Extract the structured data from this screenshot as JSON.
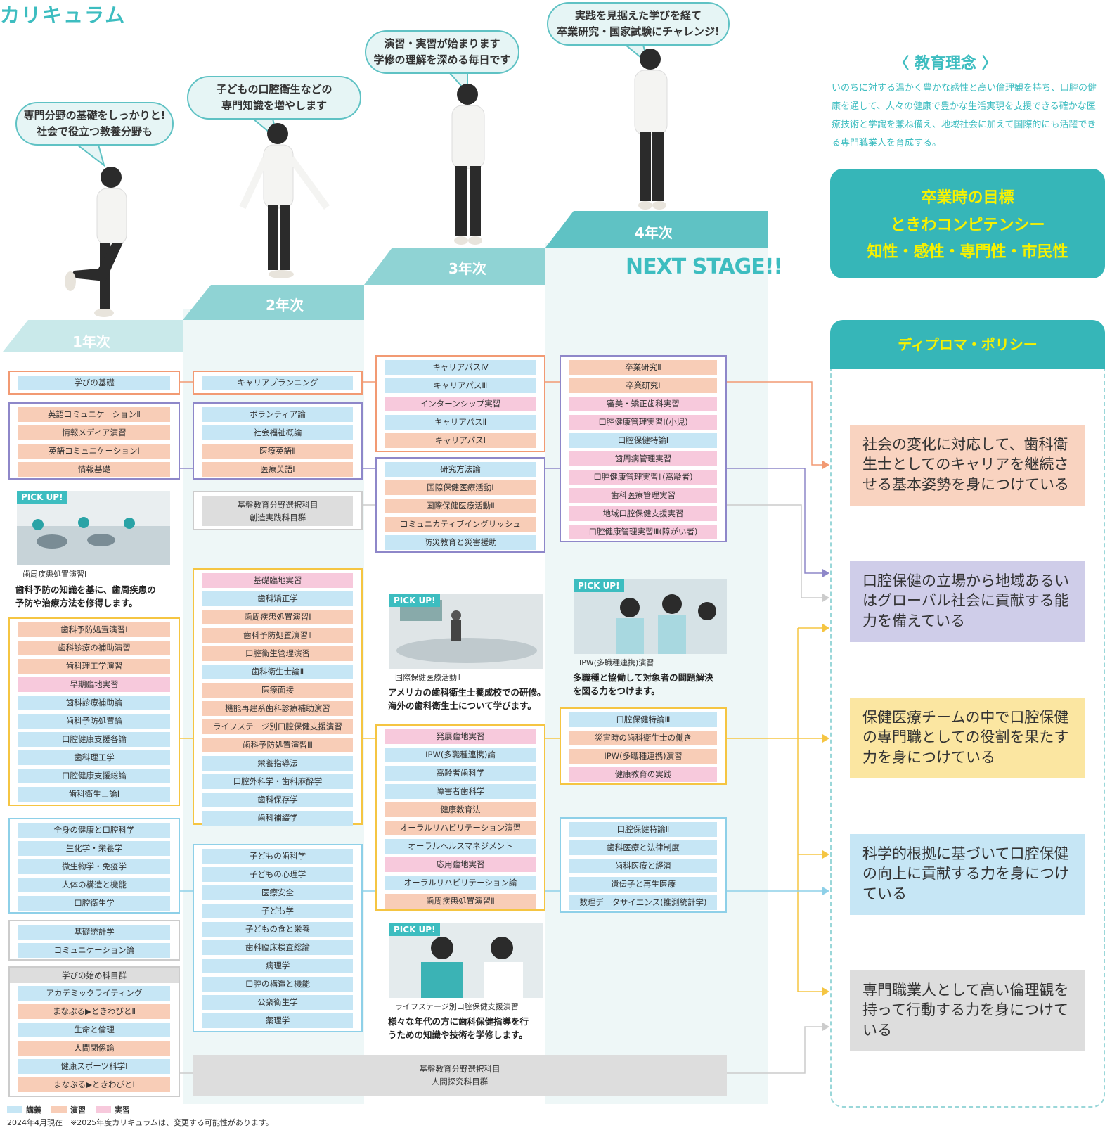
{
  "title": "カリキュラム",
  "years": {
    "y1": "1年次",
    "y2": "2年次",
    "y3": "3年次",
    "y4": "4年次",
    "next": "NEXT STAGE!!"
  },
  "bubbles": {
    "b1": [
      "専門分野の基礎をしっかりと!",
      "社会で役立つ教養分野も"
    ],
    "b2": [
      "子どもの口腔衛生などの",
      "専門知識を増やします"
    ],
    "b3": [
      "演習・実習が始まります",
      "学修の理解を深める毎日です"
    ],
    "b4": [
      "実践を見据えた学びを経て",
      "卒業研究・国家試験にチャレンジ!"
    ]
  },
  "col1": {
    "g1": [
      {
        "t": "学びの基礎",
        "c": "lec"
      }
    ],
    "g2": [
      {
        "t": "英語コミュニケーションⅡ",
        "c": "exe"
      },
      {
        "t": "情報メディア演習",
        "c": "exe"
      },
      {
        "t": "英語コミュニケーションⅠ",
        "c": "exe"
      },
      {
        "t": "情報基礎",
        "c": "exe"
      }
    ],
    "g3": [
      {
        "t": "歯科予防処置演習Ⅰ",
        "c": "exe"
      },
      {
        "t": "歯科診療の補助演習",
        "c": "exe"
      },
      {
        "t": "歯科理工学演習",
        "c": "exe"
      },
      {
        "t": "早期臨地実習",
        "c": "pra"
      },
      {
        "t": "歯科診療補助論",
        "c": "lec"
      },
      {
        "t": "歯科予防処置論",
        "c": "lec"
      },
      {
        "t": "口腔健康支援各論",
        "c": "lec"
      },
      {
        "t": "歯科理工学",
        "c": "lec"
      },
      {
        "t": "口腔健康支援総論",
        "c": "lec"
      },
      {
        "t": "歯科衛生士論Ⅰ",
        "c": "lec"
      }
    ],
    "g4": [
      {
        "t": "全身の健康と口腔科学",
        "c": "lec"
      },
      {
        "t": "生化学・栄養学",
        "c": "lec"
      },
      {
        "t": "微生物学・免疫学",
        "c": "lec"
      },
      {
        "t": "人体の構造と機能",
        "c": "lec"
      },
      {
        "t": "口腔衛生学",
        "c": "lec"
      }
    ],
    "g5": [
      {
        "t": "基礎統計学",
        "c": "lec"
      },
      {
        "t": "コミュニケーション論",
        "c": "lec"
      }
    ],
    "g6_head": "学びの始め科目群",
    "g6": [
      {
        "t": "アカデミックライティング",
        "c": "lec"
      },
      {
        "t": "まなぶる▶ときわびとⅡ",
        "c": "exe"
      },
      {
        "t": "生命と倫理",
        "c": "lec"
      },
      {
        "t": "人間関係論",
        "c": "exe"
      },
      {
        "t": "健康スポーツ科学Ⅰ",
        "c": "lec"
      },
      {
        "t": "まなぶる▶ときわびとⅠ",
        "c": "exe"
      }
    ]
  },
  "col2": {
    "g1": [
      {
        "t": "キャリアプランニング",
        "c": "lec"
      }
    ],
    "g2": [
      {
        "t": "ボランティア論",
        "c": "lec"
      },
      {
        "t": "社会福祉概論",
        "c": "lec"
      },
      {
        "t": "医療英語Ⅱ",
        "c": "exe"
      },
      {
        "t": "医療英語Ⅰ",
        "c": "exe"
      }
    ],
    "g3": [
      {
        "t": "基盤教育分野選択科目",
        "c": "gry"
      },
      {
        "t": "創造実践科目群",
        "c": "gry"
      }
    ],
    "g4": [
      {
        "t": "基礎臨地実習",
        "c": "pra"
      },
      {
        "t": "歯科矯正学",
        "c": "lec"
      },
      {
        "t": "歯周疾患処置演習Ⅰ",
        "c": "exe"
      },
      {
        "t": "歯科予防処置演習Ⅱ",
        "c": "exe"
      },
      {
        "t": "口腔衛生管理演習",
        "c": "exe"
      },
      {
        "t": "歯科衛生士論Ⅱ",
        "c": "lec"
      },
      {
        "t": "医療面接",
        "c": "exe"
      },
      {
        "t": "機能再建系歯科診療補助演習",
        "c": "exe"
      },
      {
        "t": "ライフステージ別口腔保健支援演習",
        "c": "exe"
      },
      {
        "t": "歯科予防処置演習Ⅲ",
        "c": "exe"
      },
      {
        "t": "栄養指導法",
        "c": "lec"
      },
      {
        "t": "口腔外科学・歯科麻酔学",
        "c": "lec"
      },
      {
        "t": "歯科保存学",
        "c": "lec"
      },
      {
        "t": "歯科補綴学",
        "c": "lec"
      }
    ],
    "g5": [
      {
        "t": "子どもの歯科学",
        "c": "lec"
      },
      {
        "t": "子どもの心理学",
        "c": "lec"
      },
      {
        "t": "医療安全",
        "c": "lec"
      },
      {
        "t": "子ども学",
        "c": "lec"
      },
      {
        "t": "子どもの食と栄養",
        "c": "lec"
      },
      {
        "t": "歯科臨床検査総論",
        "c": "lec"
      },
      {
        "t": "病理学",
        "c": "lec"
      },
      {
        "t": "口腔の構造と機能",
        "c": "lec"
      },
      {
        "t": "公衆衛生学",
        "c": "lec"
      },
      {
        "t": "薬理学",
        "c": "lec"
      }
    ]
  },
  "col3": {
    "g1": [
      {
        "t": "キャリアパスⅣ",
        "c": "lec"
      },
      {
        "t": "キャリアパスⅢ",
        "c": "lec"
      },
      {
        "t": "インターンシップ実習",
        "c": "pra"
      },
      {
        "t": "キャリアパスⅡ",
        "c": "lec"
      },
      {
        "t": "キャリアパスⅠ",
        "c": "exe"
      }
    ],
    "g2": [
      {
        "t": "研究方法論",
        "c": "lec"
      },
      {
        "t": "国際保健医療活動Ⅰ",
        "c": "exe"
      },
      {
        "t": "国際保健医療活動Ⅱ",
        "c": "exe"
      },
      {
        "t": "コミュニカティブイングリッシュ",
        "c": "exe"
      },
      {
        "t": "防災教育と災害援助",
        "c": "lec"
      }
    ],
    "g3": [
      {
        "t": "発展臨地実習",
        "c": "pra"
      },
      {
        "t": "IPW(多職種連携)論",
        "c": "lec"
      },
      {
        "t": "高齢者歯科学",
        "c": "lec"
      },
      {
        "t": "障害者歯科学",
        "c": "lec"
      },
      {
        "t": "健康教育法",
        "c": "exe"
      },
      {
        "t": "オーラルリハビリテーション演習",
        "c": "exe"
      },
      {
        "t": "オーラルヘルスマネジメント",
        "c": "lec"
      },
      {
        "t": "応用臨地実習",
        "c": "pra"
      },
      {
        "t": "オーラルリハビリテーション論",
        "c": "lec"
      },
      {
        "t": "歯周疾患処置演習Ⅱ",
        "c": "exe"
      }
    ]
  },
  "col4": {
    "g1": [
      {
        "t": "卒業研究Ⅱ",
        "c": "exe"
      },
      {
        "t": "卒業研究Ⅰ",
        "c": "exe"
      },
      {
        "t": "審美・矯正歯科実習",
        "c": "pra"
      },
      {
        "t": "口腔健康管理実習Ⅰ(小児)",
        "c": "pra"
      },
      {
        "t": "口腔保健特論Ⅰ",
        "c": "lec"
      },
      {
        "t": "歯周病管理実習",
        "c": "pra"
      },
      {
        "t": "口腔健康管理実習Ⅱ(高齢者)",
        "c": "pra"
      },
      {
        "t": "歯科医療管理実習",
        "c": "pra"
      },
      {
        "t": "地域口腔保健支援実習",
        "c": "pra"
      },
      {
        "t": "口腔健康管理実習Ⅲ(障がい者)",
        "c": "pra"
      }
    ],
    "g2": [
      {
        "t": "口腔保健特論Ⅲ",
        "c": "lec"
      },
      {
        "t": "災害時の歯科衛生士の働き",
        "c": "exe"
      },
      {
        "t": "IPW(多職種連携)演習",
        "c": "exe"
      },
      {
        "t": "健康教育の実践",
        "c": "pra"
      }
    ],
    "g3": [
      {
        "t": "口腔保健特論Ⅱ",
        "c": "lec"
      },
      {
        "t": "歯科医療と法律制度",
        "c": "lec"
      },
      {
        "t": "歯科医療と経済",
        "c": "lec"
      },
      {
        "t": "遺伝子と再生医療",
        "c": "lec"
      },
      {
        "t": "数理データサイエンス(推測統計学)",
        "c": "lec"
      }
    ]
  },
  "bottom_bar": [
    "基盤教育分野選択科目",
    "人間探究科目群"
  ],
  "pickups": {
    "tag": "PICK UP!",
    "p1": {
      "cap": "歯周疾患処置演習Ⅰ",
      "desc": [
        "歯科予防の知識を基に、歯周疾患の",
        "予防や治療方法を修得します。"
      ]
    },
    "p2": {
      "cap": "国際保健医療活動Ⅱ",
      "desc": [
        "アメリカの歯科衛生士養成校での研修。",
        "海外の歯科衛生士について学びます。"
      ]
    },
    "p3": {
      "cap": "IPW(多職種連携)演習",
      "desc": [
        "多職種と協働して対象者の問題解決",
        "を図る力をつけます。"
      ]
    },
    "p4": {
      "cap": "ライフステージ別口腔保健支援演習",
      "desc": [
        "様々な年代の方に歯科保健指導を行",
        "うための知識や技術を学修します。"
      ]
    }
  },
  "rinen": {
    "title": "〈 教育理念 〉",
    "text": "いのちに対する温かく豊かな感性と高い倫理観を持ち、口腔の健康を通して、人々の健康で豊かな生活実現を支援できる確かな医療技術と学識を兼ね備え、地域社会に加えて国際的にも活躍できる専門職業人を育成する。"
  },
  "goal": [
    "卒業時の目標",
    "ときわコンピテンシー",
    "知性・感性・専門性・市民性"
  ],
  "dp_title": "ディプロマ・ポリシー",
  "policies": [
    {
      "t": "社会の変化に対応して、歯科衛生士としてのキャリアを継続させる基本姿勢を身につけている",
      "c": "#f9d3c0"
    },
    {
      "t": "口腔保健の立場から地域あるいはグローバル社会に貢献する能力を備えている",
      "c": "#cfcde9"
    },
    {
      "t": "保健医療チームの中で口腔保健の専門職としての役割を果たす力を身につけている",
      "c": "#fbe6a1"
    },
    {
      "t": "科学的根拠に基づいて口腔保健の向上に貢献する力を身につけている",
      "c": "#c6e6f5"
    },
    {
      "t": "専門職業人として高い倫理観を持って行動する力を身につけている",
      "c": "#dddddd"
    }
  ],
  "legend": {
    "lec": "講義",
    "exe": "演習",
    "pra": "実習"
  },
  "note": "2024年4月現在　※2025年度カリキュラムは、変更する可能性があります。",
  "colors": {
    "accent": "#3dbdc0",
    "orange": "#f29a73",
    "purple": "#8e87c9",
    "yellow": "#f5c542",
    "blue": "#8ed0e8",
    "gray": "#cccccc"
  }
}
